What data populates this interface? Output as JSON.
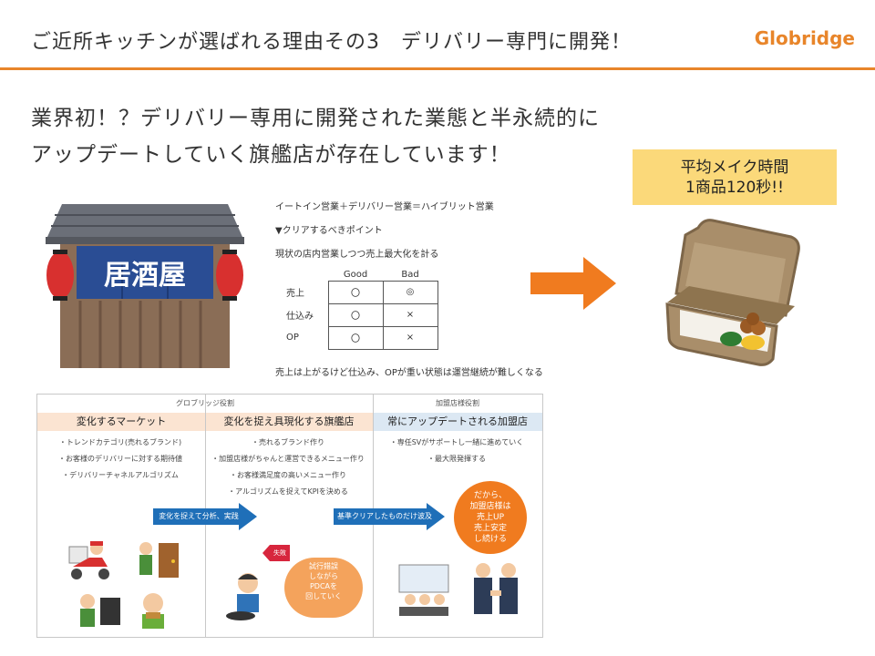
{
  "header": {
    "title": "ご近所キッチンが選ばれる理由その3　デリバリー専門に開発！",
    "brand": "Globridge",
    "accent_color": "#e8852a"
  },
  "lead": {
    "line1": "業界初！？デリバリー専用に開発された業態と半永続的に",
    "line2": "アップデートしていく旗艦店が存在しています！"
  },
  "izakaya": {
    "sign": "居酒屋"
  },
  "notes": {
    "line1": "イートイン営業＋デリバリー営業＝ハイブリット営業",
    "line2": "▼クリアするべきポイント",
    "line3": "現状の店内営業しつつ売上最大化を計る",
    "footer": "売上は上がるけど仕込み、OPが重い状態は運営継続が難しくなる"
  },
  "comparison_table": {
    "columns": [
      "Good",
      "Bad"
    ],
    "rows": [
      {
        "label": "売上",
        "good": "〇",
        "bad": "◎"
      },
      {
        "label": "仕込み",
        "good": "〇",
        "bad": "×"
      },
      {
        "label": "OP",
        "good": "〇",
        "bad": "×"
      }
    ]
  },
  "callout": {
    "line1": "平均メイク時間",
    "line2": "1商品120秒!!"
  },
  "flow": {
    "headers": {
      "globridge": "グロブリッジ役割",
      "franchisee": "加盟店様役割"
    },
    "columns": [
      {
        "title": "変化するマーケット",
        "color": "#fbe4d2",
        "bullets": [
          "・トレンドカテゴリ(売れるブランド)",
          "・お客様のデリバリーに対する期待値",
          "・デリバリーチャネルアルゴリズム"
        ]
      },
      {
        "title": "変化を捉え具現化する旗艦店",
        "color": "#fbe4d2",
        "bullets": [
          "・売れるブランド作り",
          "・加盟店様がちゃんと運営できるメニュー作り",
          "・お客様満足度の高いメニュー作り",
          "・アルゴリズムを捉えてKPIを決める"
        ]
      },
      {
        "title": "常にアップデートされる加盟店",
        "color": "#dce8f3",
        "bullets": [
          "・専任SVがサポートし一緒に進めていく",
          "・最大限発揮する"
        ]
      }
    ],
    "arrow1": "変化を捉えて分析、実践",
    "arrow2": "基準クリアしたものだけ波及",
    "red_tag": "失敗",
    "cloud": [
      "試行錯誤",
      "しながら",
      "PDCAを",
      "回していく"
    ],
    "orange_bubble": [
      "だから、",
      "加盟店様は",
      "売上UP",
      "売上安定",
      "し続ける"
    ],
    "colors": {
      "blue_arrow": "#1f6fb8",
      "orange_bubble": "#f07b1f",
      "cloud": "#f4a35c",
      "red_tag": "#d7263d"
    }
  }
}
